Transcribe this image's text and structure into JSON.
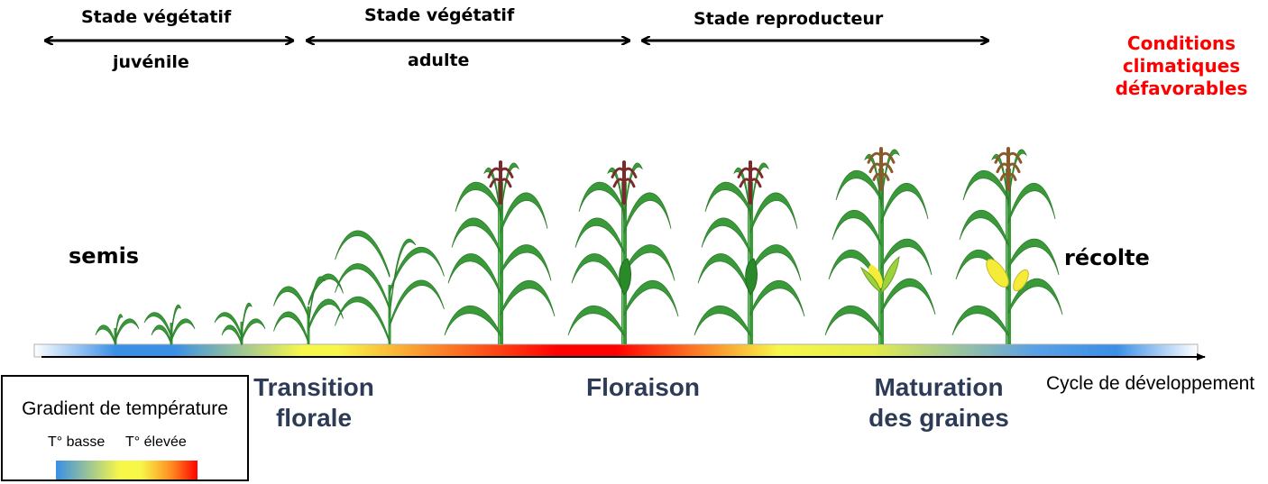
{
  "stages": [
    {
      "line1": "Stade végétatif",
      "line2": "juvénile"
    },
    {
      "line1": "Stade végétatif",
      "line2": "adulte"
    },
    {
      "line1": "Stade reproducteur",
      "line2": ""
    }
  ],
  "left_label": "semis",
  "right_label": "récolte",
  "conditions": {
    "lines": [
      "Conditions",
      "climatiques",
      "défavorables"
    ],
    "color": "#ff0000"
  },
  "phases": [
    {
      "lines": [
        "Transition",
        "florale"
      ]
    },
    {
      "lines": [
        "Floraison"
      ]
    },
    {
      "lines": [
        "Maturation",
        "des graines"
      ]
    }
  ],
  "axis_label": "Cycle de développement",
  "legend": {
    "title": "Gradient de température",
    "low": "T° basse",
    "high": "T° élevée"
  },
  "colors": {
    "phase_text": "#2e3b57",
    "leaf": "#3a9a3a",
    "stem": "#3a9a3a",
    "tassel_young": "#7a2a2a",
    "tassel_mature": "#8b5a2b",
    "ear_green": "#2a8a2a",
    "ear_yellow": "#f5ec3a",
    "gradient": [
      "#ffffff",
      "#3a8fe6",
      "#f7f74a",
      "#ff0000",
      "#f7f74a",
      "#3a8fe6",
      "#ffffff"
    ]
  },
  "plants": [
    {
      "stage": "seedling",
      "tassel": "none",
      "ear": "none"
    },
    {
      "stage": "seedling",
      "tassel": "none",
      "ear": "none"
    },
    {
      "stage": "seedling",
      "tassel": "none",
      "ear": "none"
    },
    {
      "stage": "young",
      "tassel": "none",
      "ear": "none"
    },
    {
      "stage": "young",
      "tassel": "none",
      "ear": "none"
    },
    {
      "stage": "tall",
      "tassel": "young",
      "ear": "none"
    },
    {
      "stage": "tall",
      "tassel": "young",
      "ear": "green"
    },
    {
      "stage": "tall",
      "tassel": "young",
      "ear": "green"
    },
    {
      "stage": "tall",
      "tassel": "mature",
      "ear": "yellow-green"
    },
    {
      "stage": "tall",
      "tassel": "mature",
      "ear": "yellow"
    }
  ]
}
